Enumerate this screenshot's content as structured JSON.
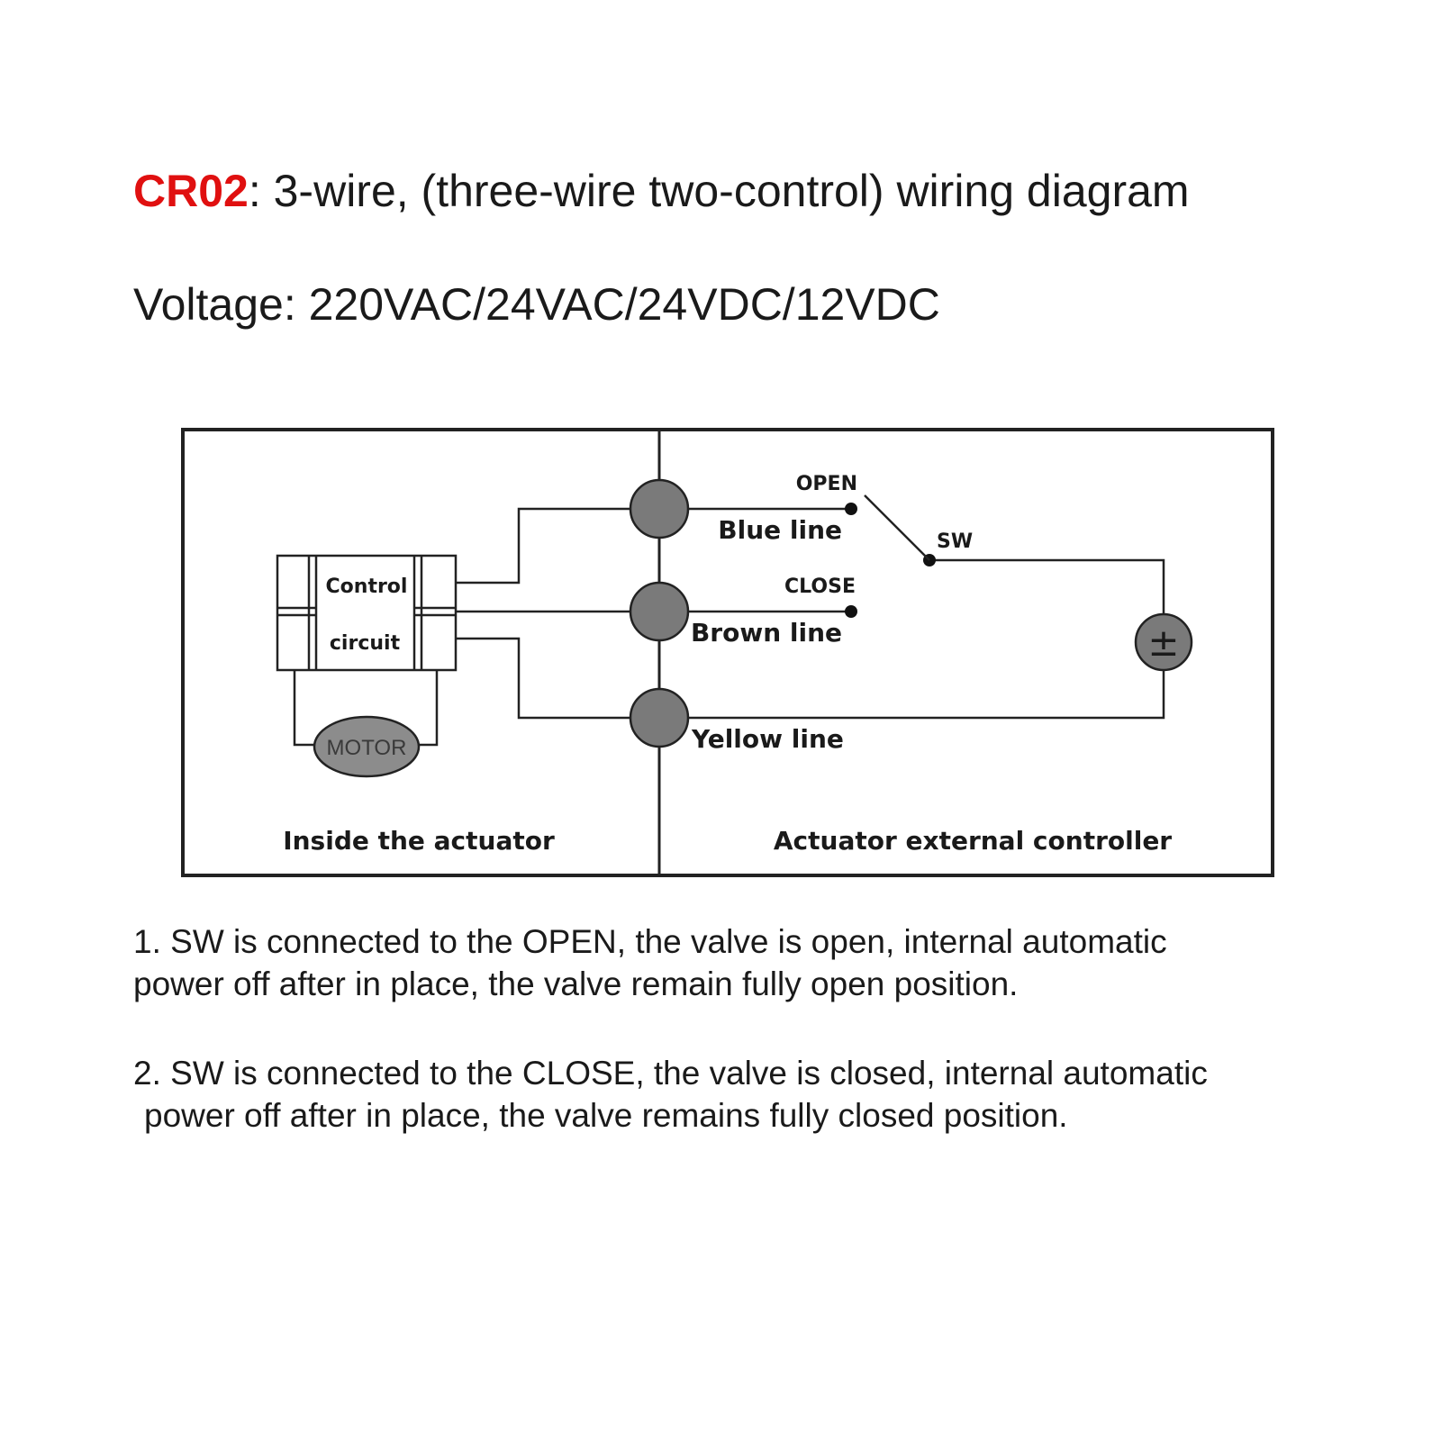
{
  "header": {
    "code": "CR02",
    "title_rest": ": 3-wire, (three-wire two-control) wiring diagram",
    "voltage": "Voltage: 220VAC/24VAC/24VDC/12VDC"
  },
  "diagram": {
    "control_label": "Control",
    "circuit_label": "circuit",
    "motor_label": "MOTOR",
    "open_label": "OPEN",
    "close_label": "CLOSE",
    "sw_label": "SW",
    "blue_line": "Blue line",
    "brown_line": "Brown line",
    "yellow_line": "Yellow line",
    "power_symbol": "±",
    "left_section": "Inside the actuator",
    "right_section": "Actuator external controller"
  },
  "notes": [
    {
      "line1": "1. SW is connected to the OPEN, the valve is open, internal automatic",
      "line2": "power off after in place, the valve remain fully open position."
    },
    {
      "line1": "2. SW is connected to the CLOSE, the valve is closed, internal automatic",
      "line2": "power off after in place, the valve remains fully closed position."
    }
  ],
  "colors": {
    "code": "#e01010",
    "terminal_fill": "#7a7a7a",
    "motor_fill": "#8c8c8c",
    "line": "#222222"
  }
}
